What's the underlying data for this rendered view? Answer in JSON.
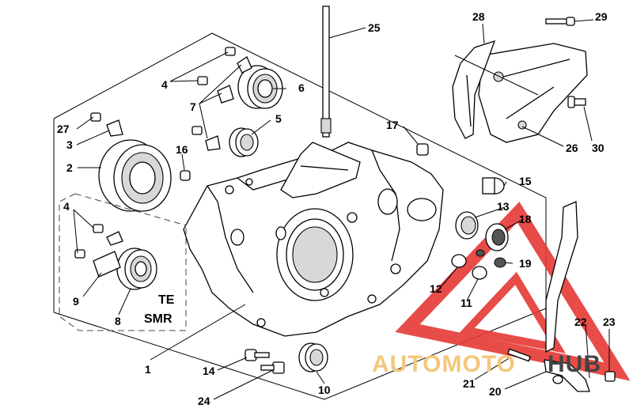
{
  "callouts": {
    "p1": "1",
    "p2": "2",
    "p3": "3",
    "p4a": "4",
    "p4b": "4",
    "p5": "5",
    "p6": "6",
    "p7": "7",
    "p8": "8",
    "p9": "9",
    "p10": "10",
    "p11": "11",
    "p12": "12",
    "p13": "13",
    "p14": "14",
    "p15": "15",
    "p16": "16",
    "p17": "17",
    "p18": "18",
    "p19": "19",
    "p20": "20",
    "p21": "21",
    "p22": "22",
    "p23": "23",
    "p24": "24",
    "p25": "25",
    "p26": "26",
    "p27": "27",
    "p28": "28",
    "p29": "29",
    "p30": "30"
  },
  "variant_box": {
    "line1": "TE",
    "line2": "SMR"
  },
  "watermark": {
    "part_a": "AUTOMOTO",
    "part_b": "HUB",
    "color_a": "#f4c77a",
    "color_b": "#444444",
    "triangle_color": "#e53935"
  }
}
